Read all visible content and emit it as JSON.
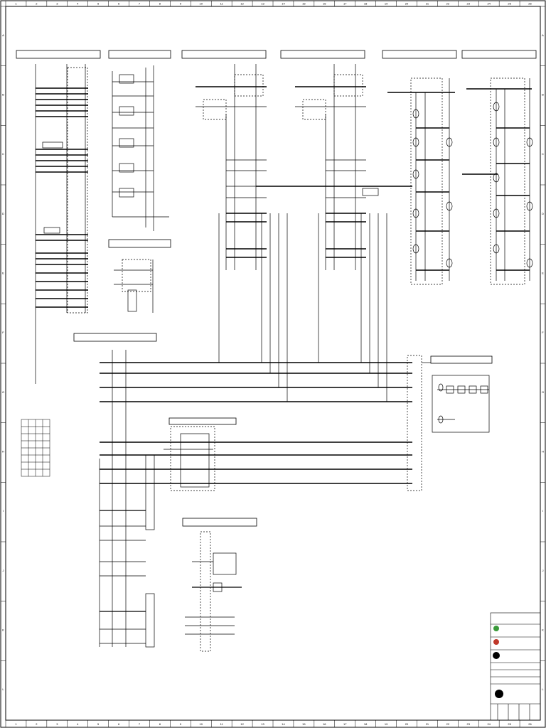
{
  "frame": {
    "columns": [
      "1",
      "2",
      "3",
      "4",
      "5",
      "6",
      "7",
      "8",
      "9",
      "10",
      "11",
      "12",
      "13",
      "14",
      "15",
      "16",
      "17",
      "18",
      "19",
      "20",
      "21",
      "22",
      "23",
      "24",
      "25",
      "26"
    ],
    "rows": [
      "A",
      "B",
      "C",
      "D",
      "E",
      "F",
      "G",
      "H",
      "I",
      "J",
      "K",
      "L"
    ]
  },
  "panels": {
    "p1": {
      "left": "",
      "right": ""
    },
    "p2": {
      "left": "",
      "right": ""
    },
    "p3": {
      "left": "",
      "right": ""
    },
    "p4": {
      "left": "",
      "right": ""
    },
    "p5": {
      "left": "",
      "right": ""
    },
    "p6": {
      "left": "",
      "right": ""
    },
    "p7": {
      "left": "",
      "right": ""
    },
    "p8": {
      "left": "",
      "right": ""
    },
    "p9": {
      "left": "",
      "right": ""
    },
    "p10": {
      "left": "",
      "right": ""
    },
    "p11": {
      "left": "",
      "right": ""
    }
  },
  "notes": {
    "line1": "",
    "line2": ""
  },
  "title_block": {
    "company": "",
    "project": "",
    "drawing_title": "",
    "drawing_no": "",
    "sheet": ""
  },
  "colors": {
    "ink": "#000000",
    "paper": "#ffffff",
    "logo_green": "#3a9a3a",
    "logo_red": "#c0392b"
  }
}
